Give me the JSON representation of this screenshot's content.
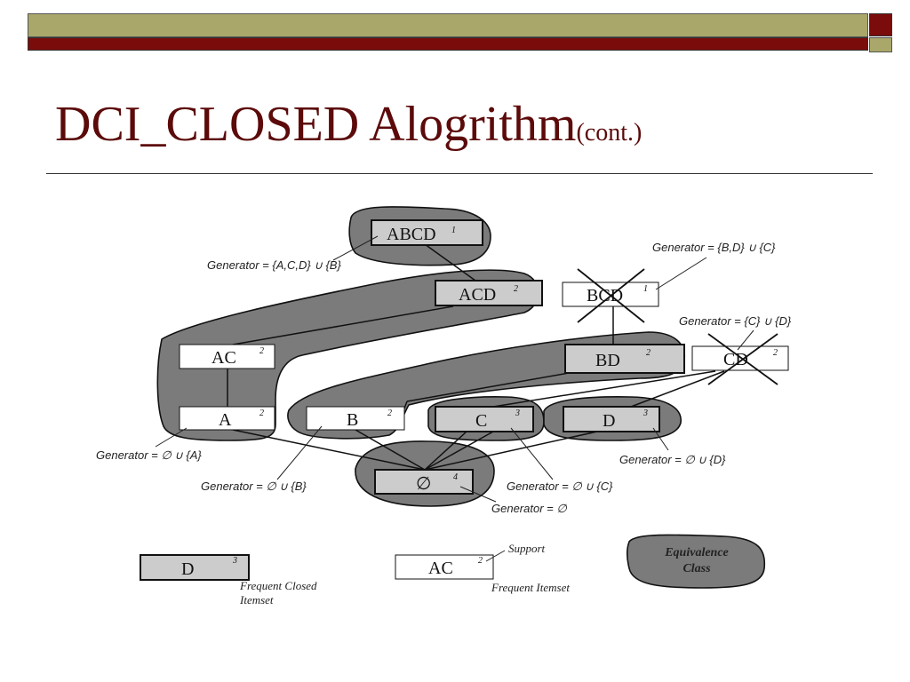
{
  "slide": {
    "title_main": "DCI_CLOSED Alogrithm",
    "title_suffix": "(cont.)"
  },
  "colors": {
    "maroon": "#7a0c0c",
    "olive": "#a9a76a",
    "title": "#5c0a0a",
    "class_fill": "#7b7b7b",
    "closed_fill": "#cccccc"
  },
  "nodes": {
    "abcd": {
      "label": "ABCD",
      "support": "1"
    },
    "acd": {
      "label": "ACD",
      "support": "2"
    },
    "bcd": {
      "label": "BCD",
      "support": "1"
    },
    "ac": {
      "label": "AC",
      "support": "2"
    },
    "bd": {
      "label": "BD",
      "support": "2"
    },
    "cd": {
      "label": "CD",
      "support": "2"
    },
    "a": {
      "label": "A",
      "support": "2"
    },
    "b": {
      "label": "B",
      "support": "2"
    },
    "c": {
      "label": "C",
      "support": "3"
    },
    "d": {
      "label": "D",
      "support": "3"
    },
    "empty": {
      "label": "∅",
      "support": "4"
    }
  },
  "generators": {
    "abcd": "Generator = {A,C,D} ∪ {B}",
    "bcd": "Generator = {B,D} ∪ {C}",
    "cd": "Generator = {C} ∪ {D}",
    "a": "Generator = ∅ ∪ {A}",
    "b": "Generator = ∅ ∪ {B}",
    "c": "Generator = ∅ ∪ {C}",
    "d": "Generator = ∅ ∪ {D}",
    "empty": "Generator = ∅"
  },
  "legend": {
    "closed_label": "D",
    "closed_support": "3",
    "closed_caption_1": "Frequent Closed",
    "closed_caption_2": "Itemset",
    "frequent_label": "AC",
    "frequent_support": "2",
    "support_caption": "Support",
    "frequent_caption": "Frequent Itemset",
    "class_caption_1": "Equivalence",
    "class_caption_2": "Class"
  }
}
